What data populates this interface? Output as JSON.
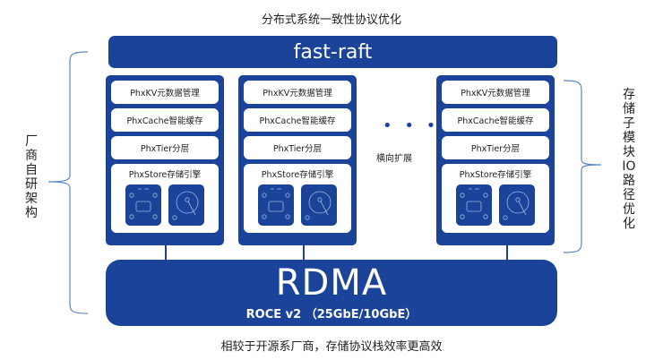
{
  "top_caption": "分布式系统一致性协议优化",
  "consensus_layer": {
    "label": "fast-raft"
  },
  "nodes": [
    {
      "layers": [
        "PhxKV元数据管理",
        "PhxCache智能缓存",
        "PhxTier分层"
      ],
      "store": "PhxStore存储引擎",
      "disks": [
        "ssd-icon",
        "hdd-icon"
      ]
    },
    {
      "layers": [
        "PhxKV元数据管理",
        "PhxCache智能缓存",
        "PhxTier分层"
      ],
      "store": "PhxStore存储引擎",
      "disks": [
        "ssd-icon",
        "hdd-icon"
      ]
    },
    {
      "layers": [
        "PhxKV元数据管理",
        "PhxCache智能缓存",
        "PhxTier分层"
      ],
      "store": "PhxStore存储引擎",
      "disks": [
        "ssd-icon",
        "hdd-icon"
      ]
    }
  ],
  "scale_out": {
    "ellipsis": "• • •",
    "label": "横向扩展"
  },
  "network": {
    "title": "RDMA",
    "subtitle": "ROCE v2 （25GbE/10GbE）"
  },
  "bottom_caption": "相较于开源系厂商，存储协议栈效率更高效",
  "left_brace_label": "厂商自研架构",
  "right_brace_label": "存储子模块IO路径优化",
  "colors": {
    "primary_blue": "#1b439a",
    "brace_blue": "#5b86c4"
  }
}
